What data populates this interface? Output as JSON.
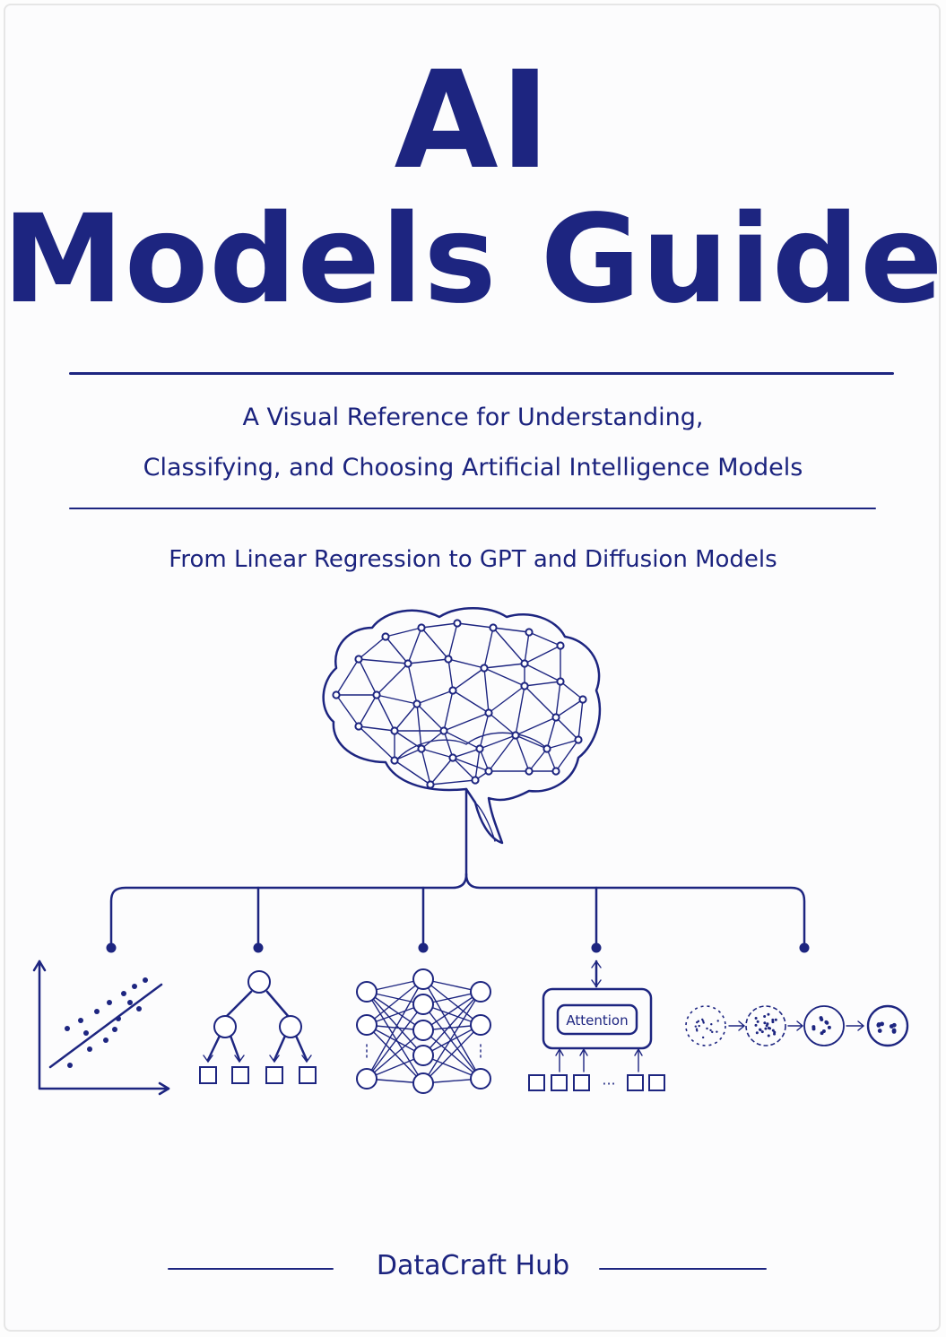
{
  "cover": {
    "title_line1": "AI",
    "title_line2": "Models Guide",
    "subtitle_line1": "A Visual Reference for Understanding,",
    "subtitle_line2": "Classifying, and Choosing Artificial Intelligence Models",
    "tagline": "From Linear Regression to GPT and Diffusion Models",
    "publisher": "DataCraft Hub"
  },
  "illustration": {
    "attention_label": "Attention",
    "icons": [
      "brain-network-icon",
      "scatter-regression-icon",
      "decision-tree-icon",
      "neural-network-icon",
      "attention-transformer-icon",
      "diffusion-process-icon"
    ]
  },
  "colors": {
    "ink": "#1d2580",
    "background": "#fcfcfd"
  }
}
